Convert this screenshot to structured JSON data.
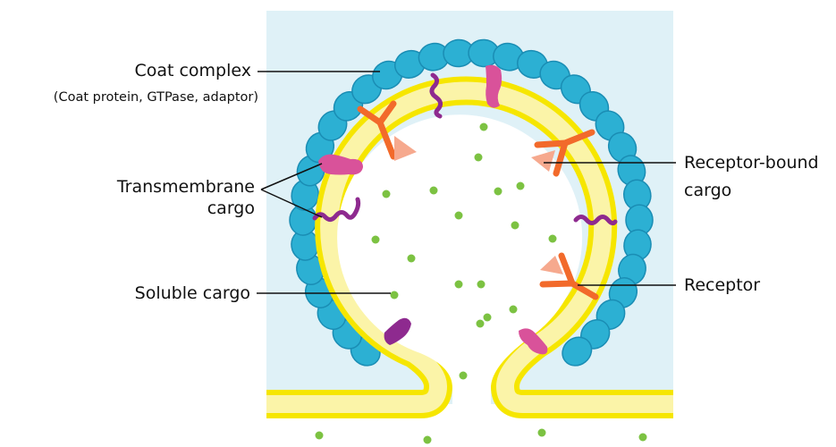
{
  "labels": {
    "coat_complex": "Coat complex",
    "coat_complex_detail": "(Coat protein, GTPase, adaptor)",
    "transmembrane_1": "Transmembrane",
    "transmembrane_2": "cargo",
    "soluble_cargo": "Soluble cargo",
    "receptor_bound_1": "Receptor-bound",
    "receptor_bound_2": "cargo",
    "receptor": "Receptor"
  },
  "colors": {
    "background_panel": "#dff1f7",
    "membrane_yellow": "#f6e600",
    "membrane_fill": "#fbf4a8",
    "coat_blue": "#2cb0d3",
    "coat_blue_dark": "#1a8db4",
    "soluble_green": "#7cc242",
    "transmembrane_purple": "#8e2a8f",
    "transmembrane_pink": "#d9529a",
    "receptor_orange": "#f26a2b",
    "receptor_cargo_peach": "#f6a98e",
    "line": "#111111"
  }
}
